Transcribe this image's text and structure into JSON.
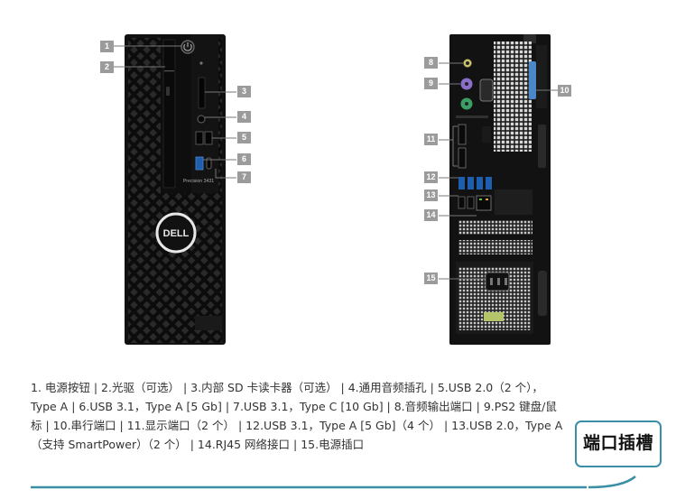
{
  "front": {
    "model_label": "Precision 3431",
    "logo_text": "DELL"
  },
  "callouts": [
    "1",
    "2",
    "3",
    "4",
    "5",
    "6",
    "7",
    "8",
    "9",
    "10",
    "11",
    "12",
    "13",
    "14",
    "15"
  ],
  "description": "1. 电源按钮 | 2.光驱（可选） | 3.内部 SD 卡读卡器（可选） | 4.通用音频插孔 | 5.USB 2.0（2 个），Type A | 6.USB 3.1，Type A [5 Gb] | 7.USB 3.1，Type C [10 Gb] | 8.音频输出端口 | 9.PS2 键盘/鼠标 | 10.串行端口 | 11.显示端口（2 个） | 12.USB 3.1，Type A [5 Gb]（4 个） | 13.USB 2.0，Type A（支持 SmartPower）（2 个） | 14.RJ45 网络接口 | 15.电源插口",
  "badge": {
    "label": "端口插槽"
  },
  "colors": {
    "accent": "#3a8fa6",
    "callout": "#9b9b9b",
    "chassis": "#141414"
  }
}
